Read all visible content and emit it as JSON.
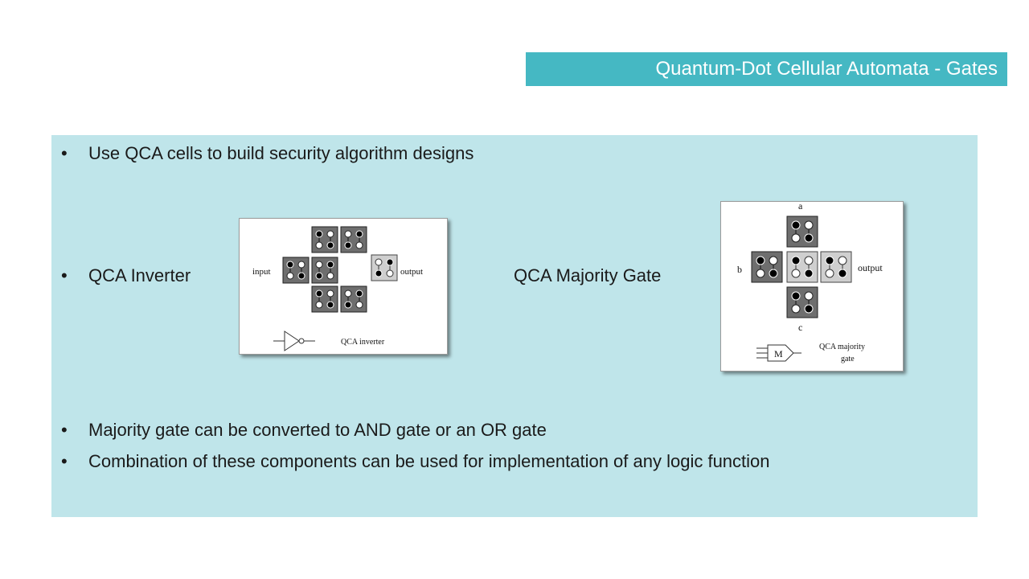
{
  "slide": {
    "title": "Quantum-Dot Cellular Automata - Gates",
    "bullets": [
      "Use QCA cells to build security algorithm designs",
      "QCA Inverter",
      "Majority gate can be converted to AND gate or an OR gate",
      "Combination of these components can be used for implementation of any logic function"
    ],
    "inline_label_majority": "QCA Majority Gate",
    "bullet_char": "•"
  },
  "figures": {
    "inverter": {
      "input_label": "input",
      "output_label": "output",
      "caption": "QCA inverter"
    },
    "majority": {
      "label_a": "a",
      "label_b": "b",
      "label_c": "c",
      "output_label": "output",
      "symbol_letter": "M",
      "caption_line1": "QCA majority",
      "caption_line2": "gate"
    }
  },
  "colors": {
    "title_bg": "#45b8c3",
    "content_bg": "#bfe5ea",
    "cell_dark": "#6e6e6e",
    "cell_light": "#cfcfcf"
  }
}
